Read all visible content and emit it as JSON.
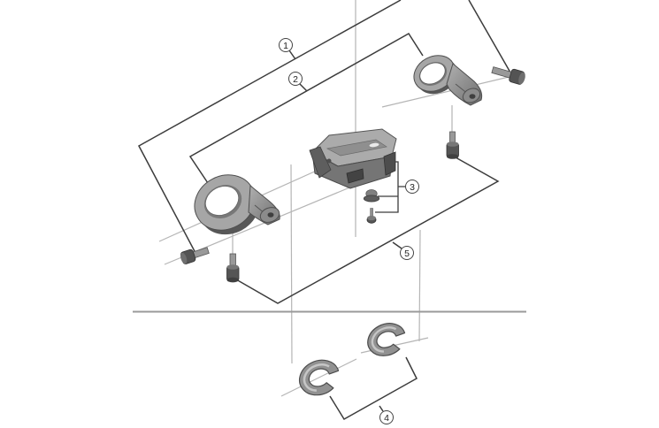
{
  "diagram": {
    "type": "exploded-parts-diagram",
    "sections": 2,
    "callouts": [
      {
        "label": "1"
      },
      {
        "label": "2"
      },
      {
        "label": "3"
      },
      {
        "label": "4"
      },
      {
        "label": "5"
      }
    ]
  },
  "colors": {
    "background": "#ffffff",
    "outline": "#3c3c3c",
    "axis_line": "#b5b5b5",
    "divider": "#9a9a9a",
    "part_light": "#ababab",
    "part_mid": "#8f8f8f",
    "part_dark": "#555555",
    "bolt_head": "#545454",
    "callout_border": "#444444",
    "callout_text": "#222222"
  }
}
